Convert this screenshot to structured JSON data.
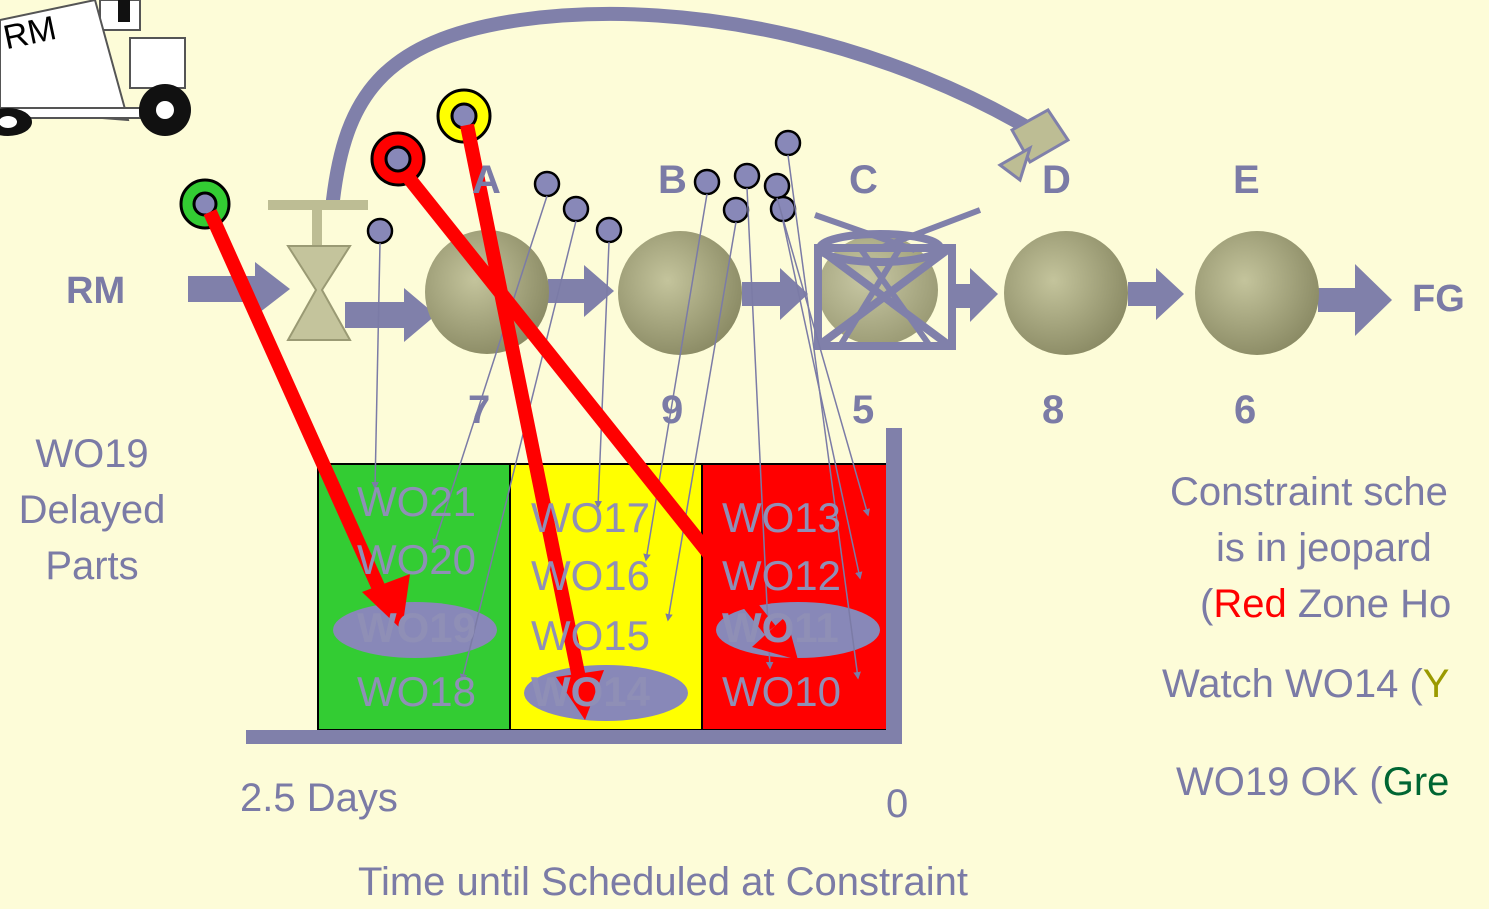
{
  "truck_label": "RM",
  "flow": {
    "rm_label": "RM",
    "fg_label": "FG",
    "stations": [
      {
        "letter": "A",
        "number": "7"
      },
      {
        "letter": "B",
        "number": "9"
      },
      {
        "letter": "C",
        "number": "5"
      },
      {
        "letter": "D",
        "number": "8"
      },
      {
        "letter": "E",
        "number": "6"
      }
    ]
  },
  "buffer": {
    "zones": [
      {
        "zone": "green",
        "color": "#33cc33",
        "orders": [
          "WO21",
          "WO20",
          "WO19",
          "WO18"
        ],
        "highlight": "WO19"
      },
      {
        "zone": "yellow",
        "color": "#ffff00",
        "orders": [
          "WO17",
          "WO16",
          "WO15",
          "WO14"
        ],
        "highlight": "WO14"
      },
      {
        "zone": "red",
        "color": "#ff0000",
        "orders": [
          "WO13",
          "WO12",
          "WO11",
          "WO10"
        ],
        "highlight": "WO11"
      }
    ],
    "axis_start": "2.5 Days",
    "axis_end": "0",
    "axis_title": "Time until Scheduled at Constraint"
  },
  "left_note": [
    "WO19",
    "Delayed",
    "Parts"
  ],
  "right_notes": {
    "line1": "Constraint sche",
    "line2": "is in jeopard",
    "line3_open": "(",
    "line3_red": "Red",
    "line3_rest": " Zone Ho",
    "watch_prefix": "Watch WO14 (",
    "watch_colored": "Y",
    "ok_prefix": "WO19 OK (",
    "ok_colored": "Gre"
  }
}
